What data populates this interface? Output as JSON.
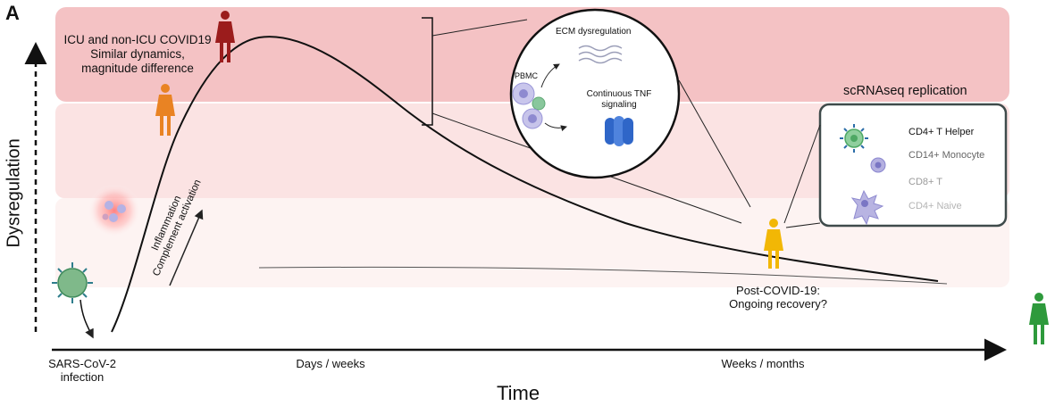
{
  "panel_label": "A",
  "axes": {
    "y_label": "Dysregulation",
    "x_label": "Time"
  },
  "timeline": {
    "infection": "SARS-CoV-2\ninfection",
    "mid": "Days / weeks",
    "late": "Weeks / months"
  },
  "annotations": {
    "icu_note": "ICU and non-ICU COVID19\nSimilar dynamics,\nmagnitude difference",
    "inflammation": "Inflammation\nComplement activation",
    "post_covid": "Post-COVID-19:\nOngoing recovery?"
  },
  "zoom_circle": {
    "ecm": "ECM dysregulation",
    "pbmc": "PBMC",
    "tnf": "Continuous TNF\nsignaling"
  },
  "replication": {
    "title": "scRNAseq replication",
    "cells": [
      {
        "label": "CD4+ T Helper",
        "color": "#111111"
      },
      {
        "label": "CD14+ Monocyte",
        "color": "#666666"
      },
      {
        "label": "CD8+ T",
        "color": "#9a9a9a"
      },
      {
        "label": "CD4+ Naive",
        "color": "#b4b4b4"
      }
    ]
  },
  "colors": {
    "severe_band": "#f4c2c4",
    "moderate_band": "#fbe3e3",
    "mild_band": "#fdf3f2",
    "icu_patient": "#9b1c1c",
    "non_icu_patient": "#e98323",
    "post_covid_patient": "#f2b705",
    "recovered_patient": "#2e9a3c"
  }
}
